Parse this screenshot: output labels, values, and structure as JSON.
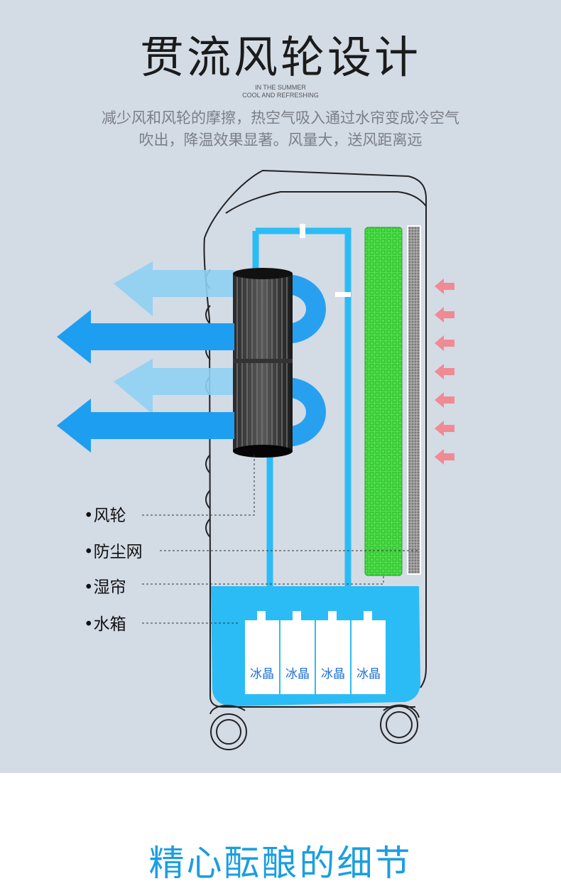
{
  "header": {
    "title": "贯流风轮设计",
    "subtitle_en_line1": "IN THE SUMMER",
    "subtitle_en_line2": "COOL AND REFRESHING",
    "description_line1": "减少风和风轮的摩擦，热空气吸入通过水帘变成冷空气",
    "description_line2": "吹出，降温效果显著。风量大，送风距离远"
  },
  "diagram": {
    "labels": {
      "fan_wheel": "•风轮",
      "dust_filter": "•防尘网",
      "wet_curtain": "•湿帘",
      "water_tank": "•水箱"
    },
    "ice_packs": [
      "冰晶",
      "冰晶",
      "冰晶",
      "冰晶"
    ],
    "colors": {
      "water_blue": "#2bbcf6",
      "cold_arrow": "#1e9ef0",
      "cold_arrow_light": "#8fd0f3",
      "hot_arrow": "#f08a93",
      "curtain_green": "#4ee04a",
      "filter_gray": "#8a8a8a"
    }
  },
  "footer": {
    "title": "精心酝酿的细节"
  }
}
